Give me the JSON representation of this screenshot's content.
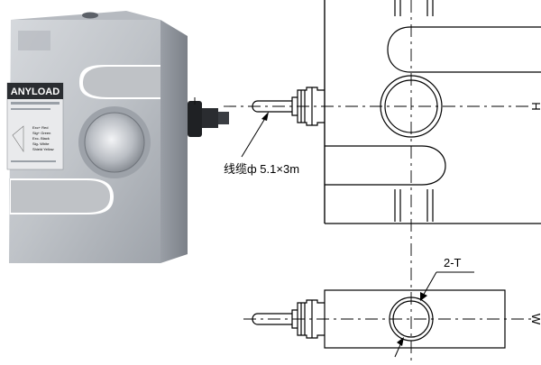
{
  "photo": {
    "brand": "ANYLOAD",
    "wire_legend": [
      "Exc+ Red",
      "Sig+ Green",
      "Exc- Black",
      "Sig- White",
      "Shield Yellow"
    ]
  },
  "drawing": {
    "cable_label": "线缆ф 5.1×3m",
    "thread_label": "2-T",
    "dim_side_label": "H",
    "dim_bottom_label": "W"
  },
  "colors": {
    "body_light": "#c9ccd1",
    "body_mid": "#a9adb4",
    "body_dark": "#7f848c",
    "line": "#000000"
  }
}
